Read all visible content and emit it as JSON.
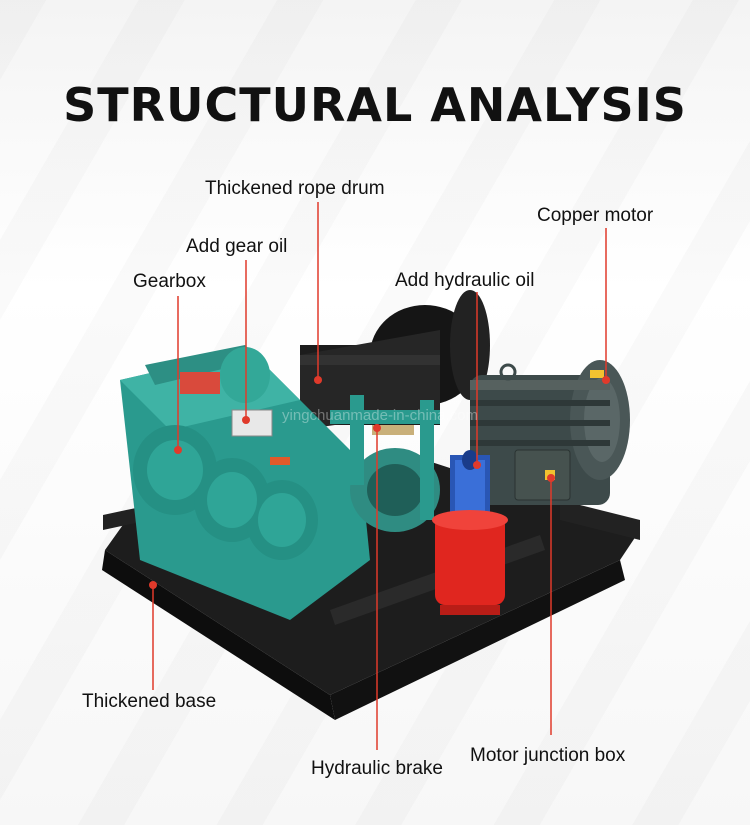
{
  "title": "STRUCTURAL ANALYSIS",
  "watermark": "yingchuanmade-in-china.com",
  "labels": {
    "rope_drum": "Thickened rope drum",
    "gear_oil": "Add gear oil",
    "gearbox": "Gearbox",
    "hydraulic_oil": "Add hydraulic oil",
    "copper_motor": "Copper motor",
    "base": "Thickened base",
    "hydraulic_brake": "Hydraulic brake",
    "junction_box": "Motor junction box"
  },
  "colors": {
    "gearbox": "#2a9a8e",
    "motor": "#3d4a4a",
    "brake": "#e0261f",
    "base": "#1a1a1a",
    "leader": "#e03a2b"
  }
}
